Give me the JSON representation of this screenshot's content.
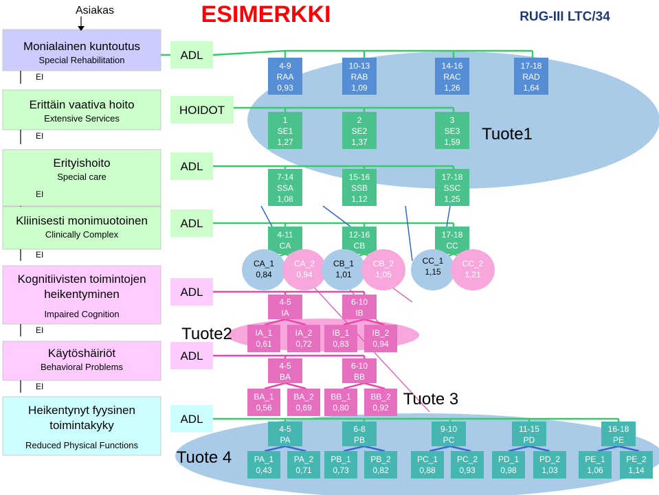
{
  "header": {
    "asiakas": "Asiakas",
    "title": "ESIMERKKI",
    "system": "RUG-III LTC/34"
  },
  "colors": {
    "blue_box": "#558ed5",
    "green_box": "#4bc28c",
    "pink_box": "#e76fbf",
    "teal_box": "#46b6b0",
    "light_blue": "#a9cbe8",
    "light_pink": "#f7a7dc",
    "left_lavender": "#ccccff",
    "left_green": "#ccffcc",
    "left_pink": "#ffccff",
    "left_cyan": "#ccffff",
    "title_red": "#ff0000",
    "line_green": "#33cc66",
    "line_pink": "#ee44aa",
    "line_blue": "#3366cc"
  },
  "left": {
    "cat1": {
      "fi": "Monialainen kuntoutus",
      "en": "Special Rehabilitation"
    },
    "cat2": {
      "fi": "Erittäin vaativa hoito",
      "en": "Extensive Services"
    },
    "cat3": {
      "fi": "Erityishoito",
      "en": "Special care"
    },
    "cat4": {
      "fi": "Kliinisesti monimuotoinen",
      "en": "Clinically Complex"
    },
    "cat5": {
      "fi1": "Kognitiivisten toimintojen",
      "fi2": "heikentyminen",
      "en": "Impaired Cognition"
    },
    "cat6": {
      "fi": "Käytöshäiriöt",
      "en": "Behavioral Problems"
    },
    "cat7": {
      "fi1": "Heikentynyt fyysinen",
      "fi2": "toimintakyky",
      "en": "Reduced Physical Functions"
    },
    "ei": "EI"
  },
  "adl": {
    "a1": "ADL",
    "hoidot": "HOIDOT",
    "a3": "ADL",
    "a4": "ADL",
    "a5": "ADL",
    "a6": "ADL",
    "a7": "ADL"
  },
  "products": {
    "tuote1": "Tuote1",
    "tuote2": "Tuote2",
    "tuote3": "Tuote 3",
    "tuote4": "Tuote 4"
  },
  "rows": {
    "ra": [
      {
        "adl": "4-9",
        "code": "RAA",
        "value": "0,93"
      },
      {
        "adl": "10-13",
        "code": "RAB",
        "value": "1,09"
      },
      {
        "adl": "14-16",
        "code": "RAC",
        "value": "1,26"
      },
      {
        "adl": "17-18",
        "code": "RAD",
        "value": "1,64"
      }
    ],
    "se": [
      {
        "adl": "1",
        "code": "SE1",
        "value": "1,27"
      },
      {
        "adl": "2",
        "code": "SE2",
        "value": "1,37"
      },
      {
        "adl": "3",
        "code": "SE3",
        "value": "1,59"
      }
    ],
    "ss": [
      {
        "adl": "7-14",
        "code": "SSA",
        "value": "1,08"
      },
      {
        "adl": "15-16",
        "code": "SSB",
        "value": "1,12"
      },
      {
        "adl": "17-18",
        "code": "SSC",
        "value": "1,25"
      }
    ],
    "c_heads": [
      {
        "adl": "4-11",
        "code": "CA"
      },
      {
        "adl": "12-16",
        "code": "CB"
      },
      {
        "adl": "17-18",
        "code": "CC"
      }
    ],
    "c_groups": [
      {
        "code": "CA_1",
        "value": "0,84"
      },
      {
        "code": "CA_2",
        "value": "0,94"
      },
      {
        "code": "CB_1",
        "value": "1,01"
      },
      {
        "code": "CB_2",
        "value": "1,05"
      },
      {
        "code": "CC_1",
        "value": "1,15"
      },
      {
        "code": "CC_2",
        "value": "1,21"
      }
    ],
    "i_heads": [
      {
        "adl": "4-5",
        "code": "IA"
      },
      {
        "adl": "6-10",
        "code": "IB"
      }
    ],
    "i_groups": [
      {
        "code": "IA_1",
        "value": "0,61"
      },
      {
        "code": "IA_2",
        "value": "0,72"
      },
      {
        "code": "IB_1",
        "value": "0,83"
      },
      {
        "code": "IB_2",
        "value": "0,94"
      }
    ],
    "b_heads": [
      {
        "adl": "4-5",
        "code": "BA"
      },
      {
        "adl": "6-10",
        "code": "BB"
      }
    ],
    "b_groups": [
      {
        "code": "BA_1",
        "value": "0,56"
      },
      {
        "code": "BA_2",
        "value": "0,69"
      },
      {
        "code": "BB_1",
        "value": "0,80"
      },
      {
        "code": "BB_2",
        "value": "0,92"
      }
    ],
    "p_heads": [
      {
        "adl": "4-5",
        "code": "PA"
      },
      {
        "adl": "6-8",
        "code": "PB"
      },
      {
        "adl": "9-10",
        "code": "PC"
      },
      {
        "adl": "11-15",
        "code": "PD"
      },
      {
        "adl": "16-18",
        "code": "PE"
      }
    ],
    "p_groups": [
      {
        "code": "PA_1",
        "value": "0,43"
      },
      {
        "code": "PA_2",
        "value": "0,71"
      },
      {
        "code": "PB_1",
        "value": "0,73"
      },
      {
        "code": "PB_2",
        "value": "0,82"
      },
      {
        "code": "PC_1",
        "value": "0,88"
      },
      {
        "code": "PC_2",
        "value": "0,93"
      },
      {
        "code": "PD_1",
        "value": "0,98"
      },
      {
        "code": "PD_2",
        "value": "1,03"
      },
      {
        "code": "PE_1",
        "value": "1,06"
      },
      {
        "code": "PE_2",
        "value": "1,14"
      }
    ]
  }
}
